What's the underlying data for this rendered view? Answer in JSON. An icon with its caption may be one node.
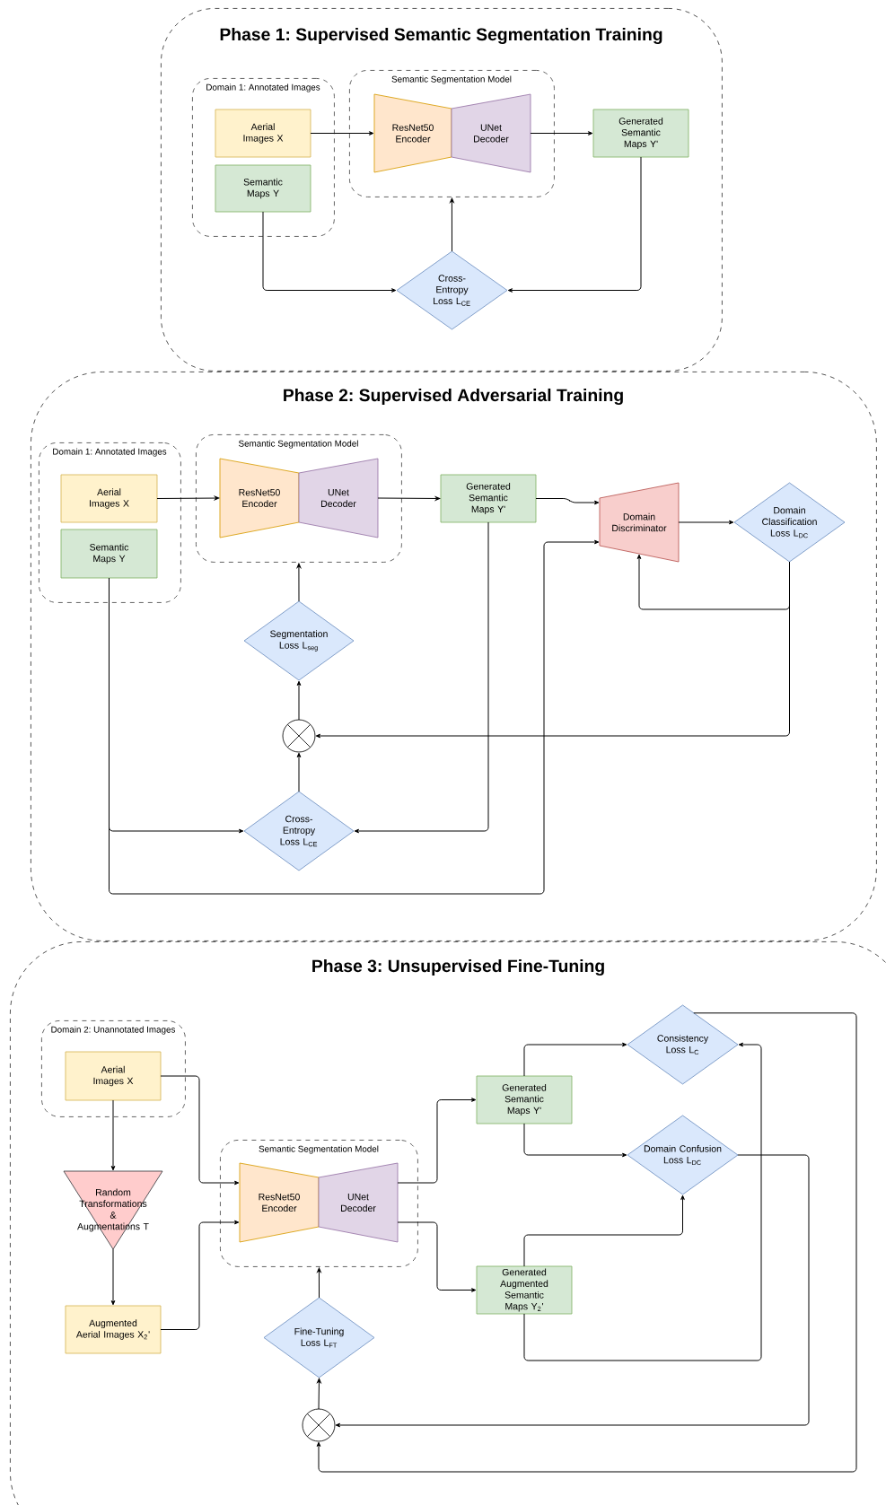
{
  "diagram": {
    "nodes": [
      {
        "text": [
          "Phase 1: Supervised Semantic Segmentation Training"
        ]
      },
      {
        "text": [
          "Domain 1: Annotated Images"
        ],
        "in": 0
      },
      {
        "text": [
          "Aerial Images X"
        ],
        "in": 1
      },
      {
        "text": [
          "Semantic Maps Y"
        ],
        "in": 1
      },
      {
        "text": [
          "Semantic Segmentation Model"
        ],
        "in": 0
      },
      {
        "text": [
          "ResNet50 Encoder"
        ],
        "in": 4
      },
      {
        "text": [
          "UNet Decoder"
        ],
        "in": 4
      },
      {
        "text": [
          "Generated Semantic Maps Y'"
        ],
        "in": 0
      },
      {
        "text": [
          "Cross-Entropy Loss L$_{CE}$"
        ],
        "in": 0
      },
      {
        "text": [
          "Phase 2: Supervised Adversarial Training"
        ]
      },
      {
        "text": [
          "Domain 1: Annotated Images"
        ],
        "in": 9
      },
      {
        "text": [
          "Aerial Images X"
        ],
        "in": 10
      },
      {
        "text": [
          "Semantic Maps Y"
        ],
        "in": 10
      },
      {
        "text": [
          "Semantic Segmentation Model"
        ],
        "in": 9
      },
      {
        "text": [
          "ResNet50 Encoder"
        ],
        "in": 13
      },
      {
        "text": [
          "UNet Decoder"
        ],
        "in": 13
      },
      {
        "text": [
          "Generated Semantic Maps Y'"
        ],
        "in": 9
      },
      {
        "text": [
          "Domain Discriminator"
        ],
        "in": 9
      },
      {
        "text": [
          "Domain Classification Loss L$_{DC}$"
        ],
        "in": 9
      },
      {
        "text": [
          "Segmentation Loss L$_{seg}$"
        ],
        "in": 9
      },
      {
        "text": [],
        "shape": "circle",
        "in": 9
      },
      {
        "text": [
          "Cross-Entropy Loss L$_{CE}$"
        ],
        "in": 9
      },
      {
        "text": [
          "Phase 3: Unsupervised Fine-Tuning"
        ]
      },
      {
        "text": [
          "Domain 2: Unannotated Images"
        ],
        "in": 22
      },
      {
        "text": [
          "Aerial Images X"
        ],
        "in": 23
      },
      {
        "text": [
          "Random Transformations & Augmentations T"
        ],
        "in": 22
      },
      {
        "text": [
          "Augmented Aerial Images X$_{2}$'"
        ],
        "in": 22
      },
      {
        "text": [
          "Semantic Segmentation Model"
        ],
        "in": 22
      },
      {
        "text": [
          "ResNet50 Encoder"
        ],
        "in": 27
      },
      {
        "text": [
          "UNet Decoder"
        ],
        "in": 27
      },
      {
        "text": [
          "Generated Semantic Maps Y'"
        ],
        "in": 22
      },
      {
        "text": [
          "Consistency Loss L$_{C}$"
        ],
        "in": 22
      },
      {
        "text": [
          "Domain Confusion Loss L$_{DC}$"
        ],
        "in": 22
      },
      {
        "text": [
          "Generated Augmented Semantic Maps Y$_{2}$'"
        ],
        "in": 22
      },
      {
        "text": [
          "Fine-Tuning Loss L$_{FT}$"
        ],
        "in": 22
      },
      {
        "text": [],
        "shape": "circle",
        "in": 22
      }
    ],
    "edges": [
      {
        "from": 2,
        "to": 5,
        "arrow": "to"
      },
      {
        "from": 6,
        "to": 7,
        "arrow": "to"
      },
      {
        "from": 3,
        "to": 8,
        "arrow": "to"
      },
      {
        "from": 7,
        "to": 8,
        "arrow": "to"
      },
      {
        "from": 8,
        "to": 4,
        "arrow": "to"
      },
      {
        "from": 11,
        "to": 14,
        "arrow": "to"
      },
      {
        "from": 15,
        "to": 16,
        "arrow": "to"
      },
      {
        "from": 16,
        "to": 17,
        "arrow": "to"
      },
      {
        "from": 17,
        "to": 18,
        "arrow": "to"
      },
      {
        "from": 18,
        "to": 17,
        "arrow": "to"
      },
      {
        "from": 18,
        "to": 20,
        "arrow": "to"
      },
      {
        "from": 20,
        "to": 19,
        "arrow": "to"
      },
      {
        "from": 19,
        "to": 13,
        "arrow": "to"
      },
      {
        "from": 21,
        "to": 20,
        "arrow": "to"
      },
      {
        "from": 12,
        "to": 21,
        "arrow": "to"
      },
      {
        "from": 12,
        "to": 17,
        "arrow": "to"
      },
      {
        "from": 16,
        "to": 21,
        "arrow": "to"
      },
      {
        "from": 24,
        "to": 28,
        "arrow": "to"
      },
      {
        "from": 24,
        "to": 25,
        "arrow": "to"
      },
      {
        "from": 25,
        "to": 26,
        "arrow": "to"
      },
      {
        "from": 26,
        "to": 28,
        "arrow": "to"
      },
      {
        "from": 29,
        "to": 30,
        "arrow": "to"
      },
      {
        "from": 29,
        "to": 33,
        "arrow": "to"
      },
      {
        "from": 30,
        "to": 31,
        "arrow": "to"
      },
      {
        "from": 30,
        "to": 32,
        "arrow": "to"
      },
      {
        "from": 33,
        "to": 32,
        "arrow": "to"
      },
      {
        "from": 33,
        "to": 31,
        "arrow": "to"
      },
      {
        "from": 32,
        "to": 35,
        "arrow": "to"
      },
      {
        "from": 31,
        "to": 35,
        "arrow": "to"
      },
      {
        "from": 35,
        "to": 34,
        "arrow": "to"
      },
      {
        "from": 34,
        "to": 27,
        "arrow": "to"
      }
    ]
  }
}
